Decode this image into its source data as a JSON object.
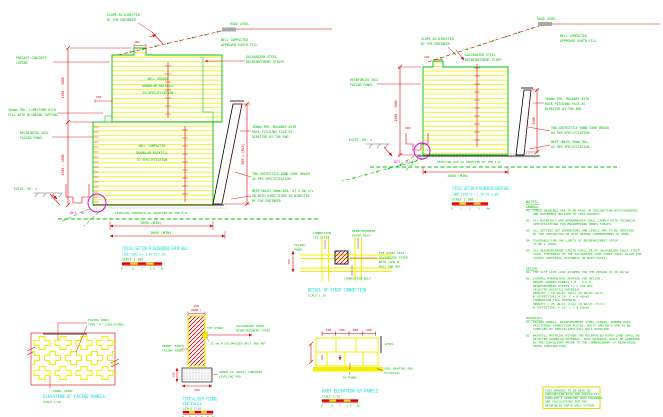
{
  "shared": {
    "section_title": "TYPICAL SECTION OF REINFORCED EARTH WALL",
    "slope_note": [
      "SLOPE AS DIRECTED",
      "BY THE ENGINEER"
    ],
    "road_level": "ROAD LEVEL",
    "fill_note": [
      "WELL COMPACTED",
      "APPROVED EARTH FILL"
    ],
    "exist_rd": "EXIST. RD. ±",
    "detail_tag": "DET. 'A'",
    "dim_100": "100",
    "dim_1500_min": "1500 (MIN)",
    "masonry": [
      "300mm THK. MASONRY WITH",
      "ROCK PITCHING FACE AS",
      "DIRECTED BY THE ENG."
    ],
    "geotextile": [
      "TWO GEOTEXTILE BOND CORE DRAIN",
      "AS PER SPECIFICATION"
    ],
    "leveling": "LEVELING CONCRETE AS DIRECTED BY THE E.R.",
    "scale_100": "SCALE 1:100"
  },
  "left_section": {
    "subtitle": "(TWO TIERS  H = 3.0m TO 5.5m)",
    "strip_note": [
      "GALVANIZED STEEL",
      "REINFORCEMENT STRIPS"
    ],
    "coping": [
      "PRECAST CONCRETE",
      "COPING"
    ],
    "limestone": [
      "300mm THK. LIMESTONE RICH",
      "FILL WITH BLINDING TOPPING"
    ],
    "panel": [
      "REINFORCED SOIL",
      "FACING PANEL"
    ],
    "upper_fill": [
      "WELL GRADED",
      "GRANULAR BACKFILL",
      "TO SPECIFICATION"
    ],
    "lower_fill": [
      "WELL COMPACTED",
      "GRANULAR BACKFILL",
      "TO SPECIFICATION"
    ],
    "weep": [
      "WEEP HOLES 50mm DIA. AT 2.0m c/c",
      "IN BOTH DIRECTIONS AS DIRECTED",
      "BY THE ENGINEER"
    ],
    "dim_upper": "1500 - 3000",
    "dim_lower": "1500 - 2000",
    "dim_right": "900 + (B+S)",
    "dim_offset": "500",
    "dim_1800": "1800 (MIN)"
  },
  "right_section": {
    "subtitle": "(ONE TIER  H = 1.5m TO 3.0m)",
    "strip_note": [
      "GALVANIZED STEEL",
      "REINFORCEMENT STRIP"
    ],
    "panel": [
      "REINFORCED SOIL",
      "FACING PANEL"
    ],
    "weep": [
      "WEEP HOLES 50mm DIA.",
      "AS PER SPECIFICATION"
    ],
    "dim_left": "1500 - 3000",
    "dim_right": "1500",
    "dim_key": "500",
    "leveling": "LEVELING PAD AS DIRECTED BY THE E.R."
  },
  "strip_connection_detail": {
    "facing": [
      "FACING",
      "PANEL"
    ],
    "tie": [
      "CONNECTION",
      "TIE STRIP"
    ],
    "strip": [
      "REINFORCEMENT",
      "STRIP 50×4"
    ],
    "tie_strip": [
      "TIE STRIP 50×4",
      "GALVANIZED FIXED",
      "WITH 12mm Ø",
      "BOLT AND NUT"
    ],
    "bolt": "CONNECTION BOLT",
    "dim_150": "150",
    "title": "DETAIL OF STRIP CONNECTION",
    "scale": "SCALE 1:10"
  },
  "facing_panels_detail": {
    "label": [
      "FACING PANEL",
      "TYPE 'A' (CRUCIFORM)"
    ],
    "joint": "PANEL JOINT",
    "title": "ELEVATION OF FACING PANELS",
    "scale": "SCALE 1:50"
  },
  "post_detail": {
    "dim_width": "150",
    "dim_nom": "(NOM.)",
    "tie": "TIE STRAP",
    "strip": [
      "GALVANIZED STEEL",
      "REINFORCEMENT STRIP"
    ],
    "bolt": "12 mm Ø GALVANIZED BOLT AND NUT",
    "face": [
      "REINF. EARTH",
      "FACING PANEL"
    ],
    "concrete": [
      "GRADE 15 (MASS) CONCRETE",
      "LEVELING PAD"
    ],
    "dim_450": "450",
    "dim_150": "150",
    "title": [
      "TYPICAL POST FIXING",
      "DETAIL"
    ],
    "scale": "SCALE 1:20"
  },
  "panel_elevation_detail": {
    "dims": [
      "500",
      "500",
      "500",
      "500"
    ],
    "level": "LEVEL",
    "cl": "℄",
    "of_panel": "OF PANEL",
    "pad": [
      "SOIL BEARING PAD",
      "TO DETAIL"
    ],
    "title": "PART ELEVATION OF PANELS",
    "scale": "SCALE 1:20"
  },
  "notes": {
    "heading": "NOTES:",
    "sections": [
      {
        "title": "GENERAL",
        "items": [
          [
            "THESE DRAWINGS ARE TO BE READ IN CONJUNCTION WITH DRAWINGS",
            "AND DOCUMENTS RELATED TO THIS PROJECT."
          ],
          [
            "ALL MATERIALS AND WORKMANSHIP SHALL COMPLY WITH TECHNICAL",
            "SPECIFICATIONS FOR ENGINEERING WORKS TABLES."
          ],
          [
            "ALL SETTING OUT DIMENSIONS AND LEVELS ARE TO BE VERIFIED",
            "BY THE CONTRACTOR ON SITE BEFORE COMMENCEMENT OF WORK."
          ],
          [
            "TOLERANCE FOR THE LIMITS OF REINFORCEMENT STRIP",
            "TO BE ± 100mm."
          ],
          [
            "ALL REINFORCEMENT STRIPS SHALL BE OF GALVANIZED STEEL STRIP.",
            "TOTAL THICKNESS OF THE GALVANIZED ZINC STRIP SHALL ALLOW FOR",
            "LOSSES (MATERIAL THICKNESS ON BOTH FACES)."
          ]
        ]
      },
      {
        "title": "DESIGN",
        "items": [
          [
            "THE SITE LIVE LOAD ASSUMED FOR THE DESIGN IS 20 kN/m2."
          ],
          [
            "LATERAL PARAMETERS ADOPTED FOR DESIGN :",
            "HEIGHT RANGES PANELS 1.5 - 3.0 m",
            "REINFORCEMENT STRIPS fy = 250 MPa",
            "SELECTED BACKFILL MATERIAL :",
            "  DENSITY = 18 kN/m3 (max)    19 kN/m3 (min)",
            "  Ø (EFFECTIVE) = 30°        C = 0 kN/m2",
            "FOUNDATION FILL MATERIAL :",
            "  DENSITY = 20 kN/m3 (top)    19 kN/m3 (fill)",
            "  Ø (EFFECTIVE) = 35°        C = 0 kN/m2"
          ]
        ]
      },
      {
        "title": "MATERIALS",
        "items": [
          [
            "FACING PANELS, REINFORCEMENT STEEL STRIPS, RUBBER PADS,",
            "FRICTIONAL CONNECTION PLATES, BOLTS AND NUTS ARE TO BE",
            "SUPPLIED BY SPECIALIZED SOIL WALL SUPPLIER."
          ],
          [
            "BACKFILL MATERIAL WITHIN THE REINFORCED EARTH ZONE SHALL BE",
            "SELECTED GRANULAR MATERIAL. THIS MATERIAL SHALL BE APPROVED",
            "BY THE CONSULTANT PRIOR TO THE COMMENCEMENT OF REINFORCED",
            "EARTH CONSTRUCTION."
          ]
        ]
      }
    ]
  },
  "warning_box": {
    "lines": [
      "THIS DRAWING TO BE READ IN",
      "CONJUNCTION WITH THE SPECIALIST",
      "SUPPLIER'S APPROVED SHOP DRAWINGS",
      "AND CALCULATIONS FOR THE",
      "REINFORCED EARTH WALL SYSTEM."
    ]
  },
  "scale_bars": {
    "large": [
      "0",
      "1",
      "2",
      "3",
      "4m"
    ],
    "mid": [
      "0",
      ".5",
      "1",
      "1.5",
      "2m"
    ],
    "small": [
      "0",
      ".2",
      ".4",
      ".6",
      ".8",
      "1m"
    ]
  },
  "colors": {
    "line_green": "#00C400",
    "line_yellow": "#F0F000",
    "line_red": "#E00000",
    "title_cyan": "#00D8D8",
    "detail_magenta": "#E800E8"
  }
}
